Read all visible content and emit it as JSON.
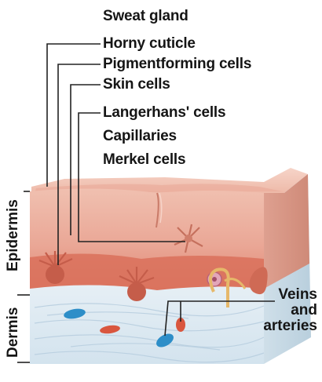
{
  "labels": {
    "sweat_gland": "Sweat gland",
    "horny_cuticle": "Horny cuticle",
    "pigment_cells": "Pigmentforming cells",
    "skin_cells": "Skin cells",
    "langerhans": "Langerhans' cells",
    "capillaries": "Capillaries",
    "merkel": "Merkel cells"
  },
  "side_labels": {
    "epidermis": "Epidermis",
    "dermis": "Dermis"
  },
  "vessels": {
    "line1": "Veins",
    "line2": "and",
    "line3": "arteries"
  },
  "colors": {
    "text": "#151515",
    "leader_line": "#222222",
    "epidermis_top": "#efb9ab",
    "epidermis_mid": "#e69888",
    "basal_layer": "#d9705a",
    "dermis": "#dde9f1",
    "vein": "#2d8ec8",
    "artery": "#d9563e",
    "capillary": "#e6b86a"
  }
}
